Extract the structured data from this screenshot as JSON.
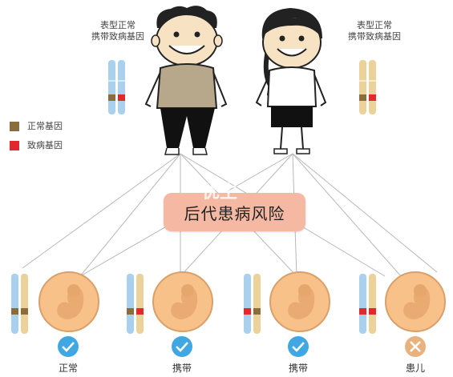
{
  "father_label": [
    "表型正常",
    "携带致病基因"
  ],
  "mother_label": [
    "表型正常",
    "携带致病基因"
  ],
  "legend": [
    {
      "label": "正常基因",
      "color": "#8a6d3b"
    },
    {
      "label": "致病基因",
      "color": "#e0282e"
    }
  ],
  "risk_box": "后代患病风险",
  "watermark": "优生",
  "outcomes": [
    {
      "label": "正常",
      "status": "check-icon",
      "genes": [
        "normal",
        "normal"
      ]
    },
    {
      "label": "携带",
      "status": "check-icon",
      "genes": [
        "normal",
        "disease"
      ]
    },
    {
      "label": "携带",
      "status": "check-icon",
      "genes": [
        "disease",
        "normal"
      ]
    },
    {
      "label": "患儿",
      "status": "cross-icon",
      "genes": [
        "disease",
        "disease"
      ]
    }
  ],
  "colors": {
    "normal_gene": "#8a6d3b",
    "disease_gene": "#e0282e",
    "chromosome_blue": "#a9d0ec",
    "chromosome_gold": "#ead29a",
    "embryo_circle": "#f7c189",
    "check_circle": "#41a7e3",
    "cross_circle": "#e8b27f"
  }
}
